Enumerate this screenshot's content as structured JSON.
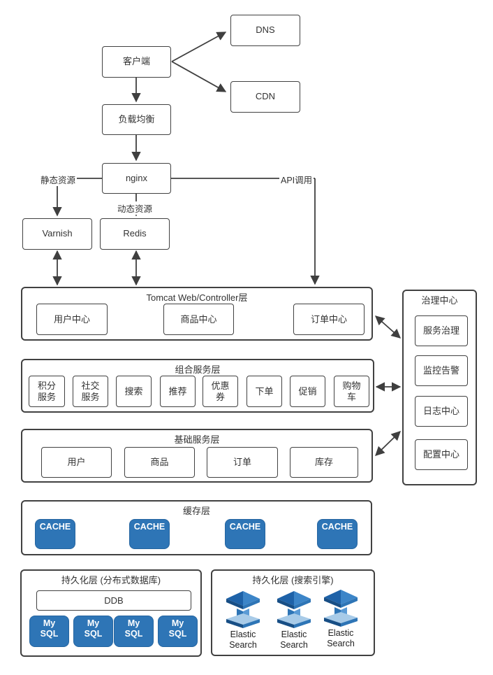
{
  "diagram": {
    "nodes": {
      "client": "客户端",
      "dns": "DNS",
      "cdn": "CDN",
      "load_balancer": "负载均衡",
      "nginx": "nginx",
      "varnish": "Varnish",
      "redis": "Redis"
    },
    "edge_labels": {
      "static_resource": "静态资源",
      "dynamic_resource": "动态资源",
      "api_call": "API调用"
    },
    "layers": {
      "tomcat": {
        "title": "Tomcat Web/Controller层",
        "items": [
          "用户中心",
          "商品中心",
          "订单中心"
        ]
      },
      "composite": {
        "title": "组合服务层",
        "items": [
          "积分服务",
          "社交服务",
          "搜索",
          "推荐",
          "优惠券",
          "下单",
          "促销",
          "购物车"
        ]
      },
      "base": {
        "title": "基础服务层",
        "items": [
          "用户",
          "商品",
          "订单",
          "库存"
        ]
      },
      "cache": {
        "title": "缓存层",
        "items": [
          "CACHE",
          "CACHE",
          "CACHE",
          "CACHE"
        ]
      },
      "persist_db": {
        "title": "持久化层 (分布式数据库)",
        "ddb": "DDB",
        "items": [
          "My SQL",
          "My SQL",
          "My SQL",
          "My SQL"
        ]
      },
      "persist_search": {
        "title": "持久化层 (搜索引擎)",
        "items": [
          "Elastic Search",
          "Elastic Search",
          "Elastic Search"
        ]
      },
      "governance": {
        "title": "治理中心",
        "items": [
          "服务治理",
          "监控告警",
          "日志中心",
          "配置中心"
        ]
      }
    },
    "colors": {
      "accent_blue": "#2e75b6",
      "line": "#3f3f3f",
      "es_dark": "#174e85",
      "es_mid": "#2e75b6",
      "es_light": "#5b9bd5",
      "es_pale": "#a8cbe8"
    }
  }
}
